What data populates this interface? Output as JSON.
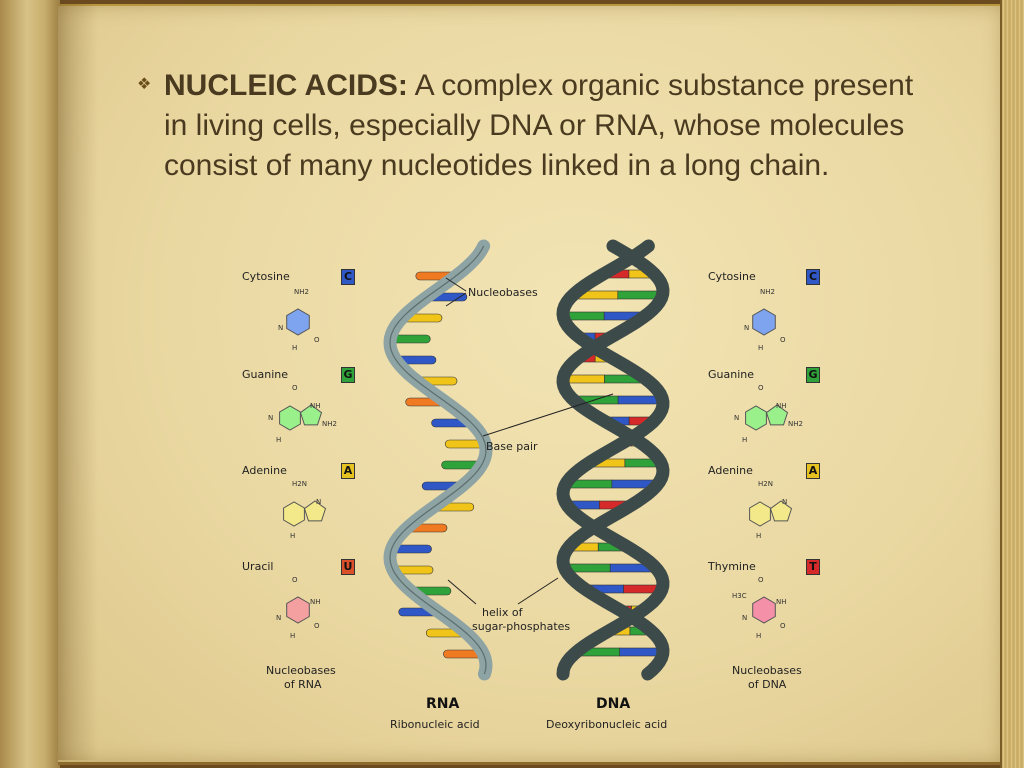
{
  "slide": {
    "bullet_term": "NUCLEIC ACIDS:",
    "bullet_text": " A complex organic substance present in living cells, especially DNA or RNA, whose molecules consist of many nucleotides linked in a long chain."
  },
  "diagram": {
    "annotations": {
      "nucleobases": "Nucleobases",
      "base_pair": "Base pair",
      "helix_line1": "helix of",
      "helix_line2": "sugar-phosphates"
    },
    "rna": {
      "title": "RNA",
      "subtitle": "Ribonucleic acid",
      "caption_line1": "Nucleobases",
      "caption_line2": "of RNA",
      "bases": [
        {
          "name": "Cytosine",
          "letter": "C",
          "color": "#2f57c6",
          "groups": [
            "NH2",
            "N",
            "O",
            "H"
          ]
        },
        {
          "name": "Guanine",
          "letter": "G",
          "color": "#2fa33a",
          "groups": [
            "O",
            "NH",
            "NH2",
            "N",
            "H"
          ]
        },
        {
          "name": "Adenine",
          "letter": "A",
          "color": "#e6c220",
          "groups": [
            "H2N",
            "N",
            "H"
          ]
        },
        {
          "name": "Uracil",
          "letter": "U",
          "color": "#d9502a",
          "groups": [
            "O",
            "NH",
            "N",
            "O",
            "H"
          ]
        }
      ]
    },
    "dna": {
      "title": "DNA",
      "subtitle": "Deoxyribonucleic acid",
      "caption_line1": "Nucleobases",
      "caption_line2": "of DNA",
      "bases": [
        {
          "name": "Cytosine",
          "letter": "C",
          "color": "#2f57c6",
          "groups": [
            "NH2",
            "N",
            "O",
            "H"
          ]
        },
        {
          "name": "Guanine",
          "letter": "G",
          "color": "#2fa33a",
          "groups": [
            "O",
            "NH",
            "NH2",
            "N",
            "H"
          ]
        },
        {
          "name": "Adenine",
          "letter": "A",
          "color": "#e6c220",
          "groups": [
            "H2N",
            "N",
            "H"
          ]
        },
        {
          "name": "Thymine",
          "letter": "T",
          "color": "#d62a2a",
          "groups": [
            "O",
            "H3C",
            "NH",
            "N",
            "O",
            "H"
          ]
        }
      ]
    },
    "colors": {
      "rna_backbone": "#8ea3a3",
      "dna_backbone": "#3d4a4a",
      "cytosine": "#2f57c6",
      "guanine": "#2fa33a",
      "adenine": "#f0c419",
      "uracil": "#f07a22",
      "thymine": "#d62a2a"
    }
  }
}
